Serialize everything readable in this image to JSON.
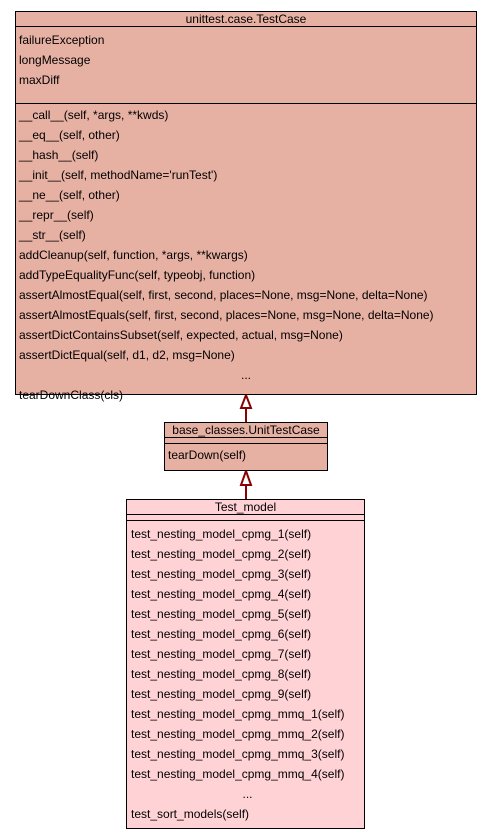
{
  "colors": {
    "testcase_fill": "#e6b0a3",
    "unittestcase_fill": "#e6b0a3",
    "testmodel_fill": "#ffd2d6",
    "edge": "#8b0000"
  },
  "classes": {
    "testcase": {
      "name": "unittest.case.TestCase",
      "attributes": [
        "failureException",
        "longMessage",
        "maxDiff"
      ],
      "methods": [
        "__call__(self, *args, **kwds)",
        "__eq__(self, other)",
        "__hash__(self)",
        "__init__(self, methodName='runTest')",
        "__ne__(self, other)",
        "__repr__(self)",
        "__str__(self)",
        "addCleanup(self, function, *args, **kwargs)",
        "addTypeEqualityFunc(self, typeobj, function)",
        "assertAlmostEqual(self, first, second, places=None, msg=None, delta=None)",
        "assertAlmostEquals(self, first, second, places=None, msg=None, delta=None)",
        "assertDictContainsSubset(self, expected, actual, msg=None)",
        "assertDictEqual(self, d1, d2, msg=None)",
        "...",
        "tearDownClass(cls)"
      ]
    },
    "unittestcase": {
      "name": "base_classes.UnitTestCase",
      "methods": [
        "tearDown(self)"
      ]
    },
    "testmodel": {
      "name": "Test_model",
      "methods": [
        "test_nesting_model_cpmg_1(self)",
        "test_nesting_model_cpmg_2(self)",
        "test_nesting_model_cpmg_3(self)",
        "test_nesting_model_cpmg_4(self)",
        "test_nesting_model_cpmg_5(self)",
        "test_nesting_model_cpmg_6(self)",
        "test_nesting_model_cpmg_7(self)",
        "test_nesting_model_cpmg_8(self)",
        "test_nesting_model_cpmg_9(self)",
        "test_nesting_model_cpmg_mmq_1(self)",
        "test_nesting_model_cpmg_mmq_2(self)",
        "test_nesting_model_cpmg_mmq_3(self)",
        "test_nesting_model_cpmg_mmq_4(self)",
        "...",
        "test_sort_models(self)"
      ]
    }
  }
}
